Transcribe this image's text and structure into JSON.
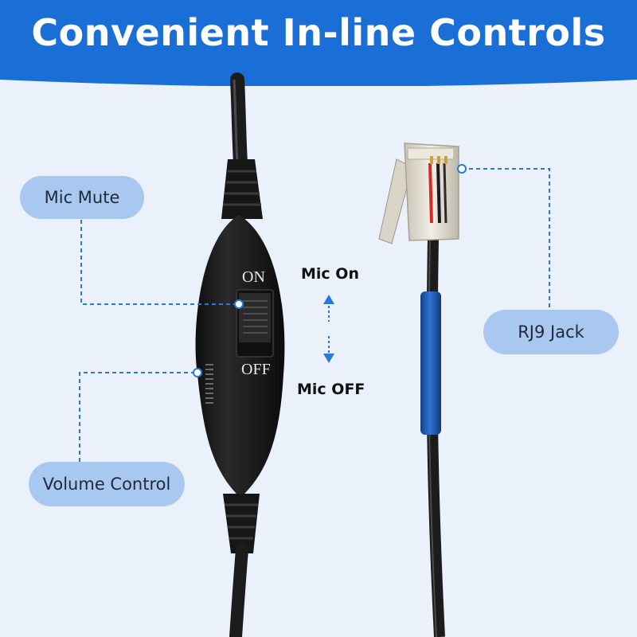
{
  "banner": {
    "title": "Convenient In-line Controls",
    "color": "#1a6fd6"
  },
  "callouts": {
    "mic_mute": "Mic Mute",
    "volume_control": "Volume Control",
    "rj9_jack": "RJ9 Jack"
  },
  "switch": {
    "on_label": "ON",
    "off_label": "OFF"
  },
  "indicators": {
    "mic_on": "Mic On",
    "mic_off": "Mic OFF"
  },
  "colors": {
    "accent": "#1a6fd6",
    "callout_fill": "#a9c8ef",
    "background": "#eaf1fb",
    "cable": "#1c1c1c",
    "cable_sleeve": "#1f5fb8"
  }
}
